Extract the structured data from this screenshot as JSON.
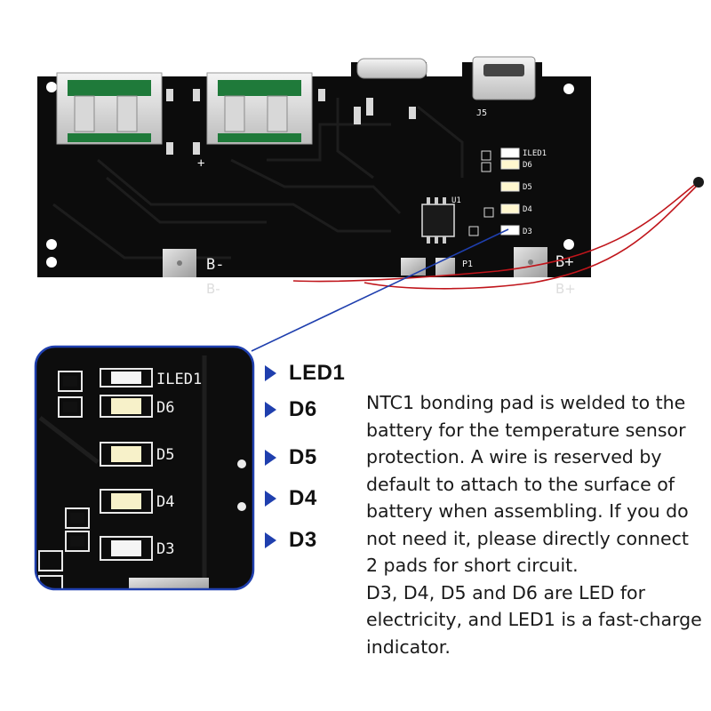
{
  "board_labels": {
    "b_minus": "B-",
    "b_plus": "B+",
    "plus": "+",
    "j5": "J5",
    "u1": "U1",
    "p1": "P1",
    "iled1": "ILED1",
    "d6": "D6",
    "d5": "D5",
    "d4": "D4",
    "d3": "D3"
  },
  "zoom_labels": {
    "iled1": "ILED1",
    "d6": "D6",
    "d5": "D5",
    "d4": "D4",
    "d3": "D3"
  },
  "callouts": [
    "LED1",
    "D6",
    "D5",
    "D4",
    "D3"
  ],
  "description_lines": [
    "NTC1 bonding pad is welded to the",
    "battery for the temperature sensor",
    "protection. A wire is reserved by",
    "default to attach to the surface of",
    "battery when assembling. If you do",
    "not need it, please directly connect",
    "2 pads for short circuit.",
    "D3, D4, D5 and D6 are LED for",
    "electricity, and LED1 is a fast-charge",
    "indicator."
  ],
  "colors": {
    "pcb": "#0c0c0c",
    "accent_blue": "#1f3fae",
    "wire_red": "#c0151b",
    "usb_green": "#1f7a3a"
  }
}
